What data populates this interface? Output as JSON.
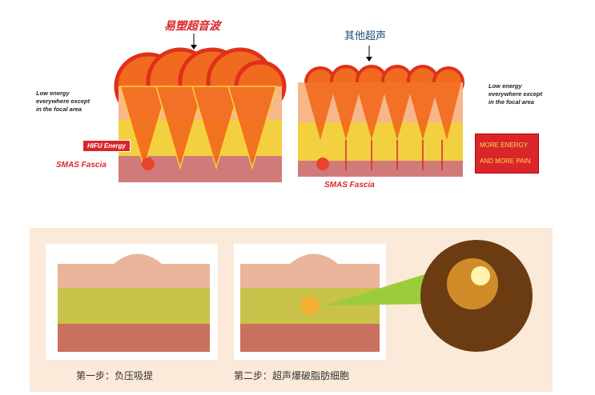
{
  "left_diagram": {
    "title": "易塑超音波",
    "note": "Low energy everywhere except in the focal area",
    "hifu_label": "HIFU Energy",
    "smas_label": "SMAS Fascia"
  },
  "right_diagram": {
    "title": "其他超声",
    "note": "Low energy everywhere except in the focal area",
    "pain_line1": "MORE ENERGY",
    "pain_line2": "AND MORE PAIN",
    "smas_label": "SMAS Fascia"
  },
  "steps": [
    {
      "caption": "第一步：负压吸提"
    },
    {
      "caption": "第二步：超声爆破脂肪细胞"
    }
  ],
  "colors": {
    "accent_red": "#d9262b",
    "title_blue": "#1f4e79",
    "panel_bg": "#fbe9d9"
  }
}
